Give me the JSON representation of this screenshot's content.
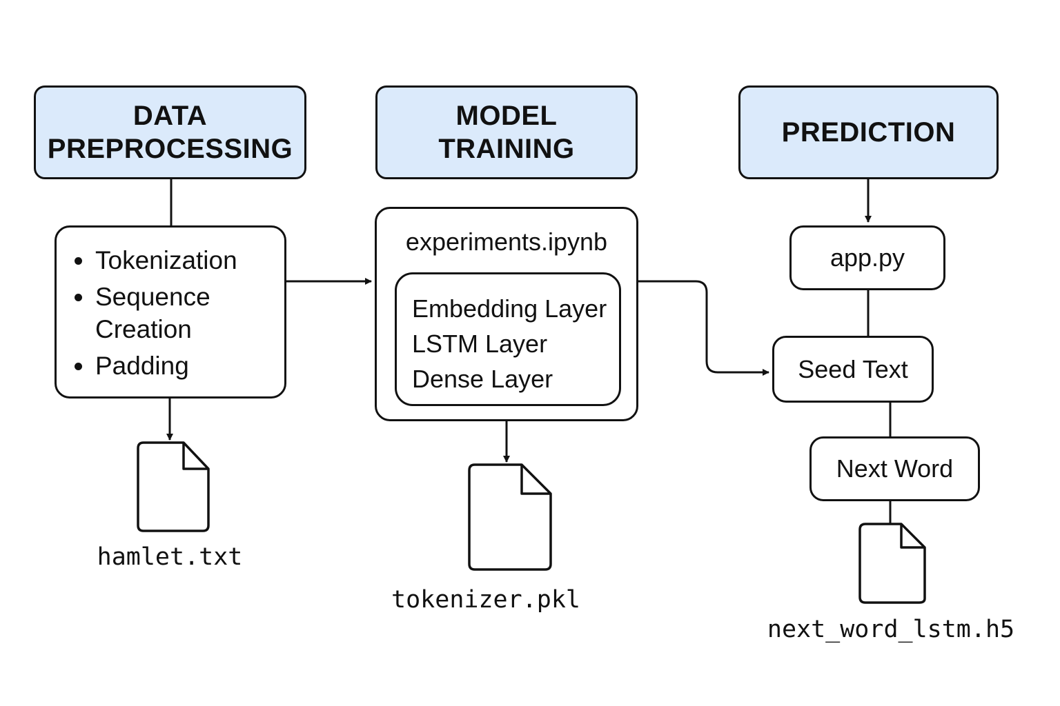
{
  "stages": {
    "preprocessing": {
      "line1": "DATA",
      "line2": "PREPROCESSING"
    },
    "training": {
      "line1": "MODEL",
      "line2": "TRAINING"
    },
    "prediction": {
      "line1": "PREDICTION"
    }
  },
  "preprocessing_steps": {
    "items": [
      "Tokenization",
      "Sequence Creation",
      "Padding"
    ]
  },
  "notebook": {
    "title": "experiments.ipynb",
    "layers": [
      "Embedding Layer",
      "LSTM Layer",
      "Dense Layer"
    ]
  },
  "prediction_flow": {
    "app": "app.py",
    "seed": "Seed Text",
    "next": "Next Word"
  },
  "files": {
    "data_file": "hamlet.txt",
    "tokenizer_file": "tokenizer.pkl",
    "model_file": "next_word_lstm.h5"
  },
  "icons": [
    "document-icon",
    "arrow-right-icon",
    "arrow-down-icon"
  ],
  "colors": {
    "stage_fill": "#dbeafb",
    "stroke": "#111111",
    "background": "#ffffff"
  }
}
